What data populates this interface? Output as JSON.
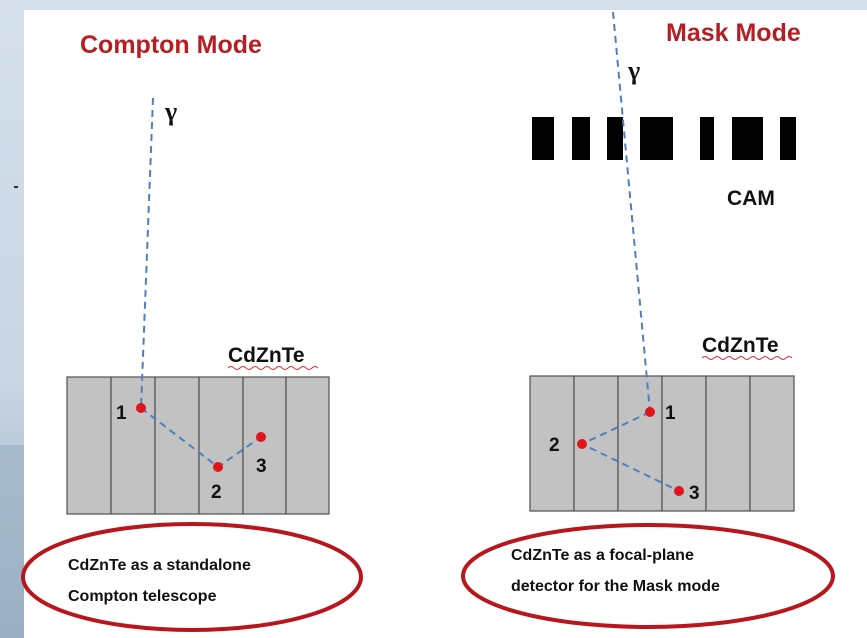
{
  "colors": {
    "title": "#b51f24",
    "ellipse": "#b8161c",
    "track": "#4f7fbf",
    "interaction_point": "#e0141b",
    "detector_fill": "#c2c2c2",
    "detector_stroke": "#505050",
    "mask_block": "#000000",
    "text": "#111111"
  },
  "compton_mode": {
    "title": "Compton Mode",
    "gamma_label": "γ",
    "detector_label": "CdZnTe",
    "points": [
      {
        "label": "1"
      },
      {
        "label": "2"
      },
      {
        "label": "3"
      }
    ],
    "caption_lines": [
      "CdZnTe as a standalone",
      "Compton telescope"
    ]
  },
  "mask_mode": {
    "title": "Mask Mode",
    "gamma_label": "γ",
    "mask_label": "CAM",
    "detector_label": "CdZnTe",
    "points": [
      {
        "label": "1"
      },
      {
        "label": "2"
      },
      {
        "label": "3"
      }
    ],
    "caption_lines": [
      "CdZnTe as a focal-plane",
      "detector for the Mask mode"
    ]
  }
}
